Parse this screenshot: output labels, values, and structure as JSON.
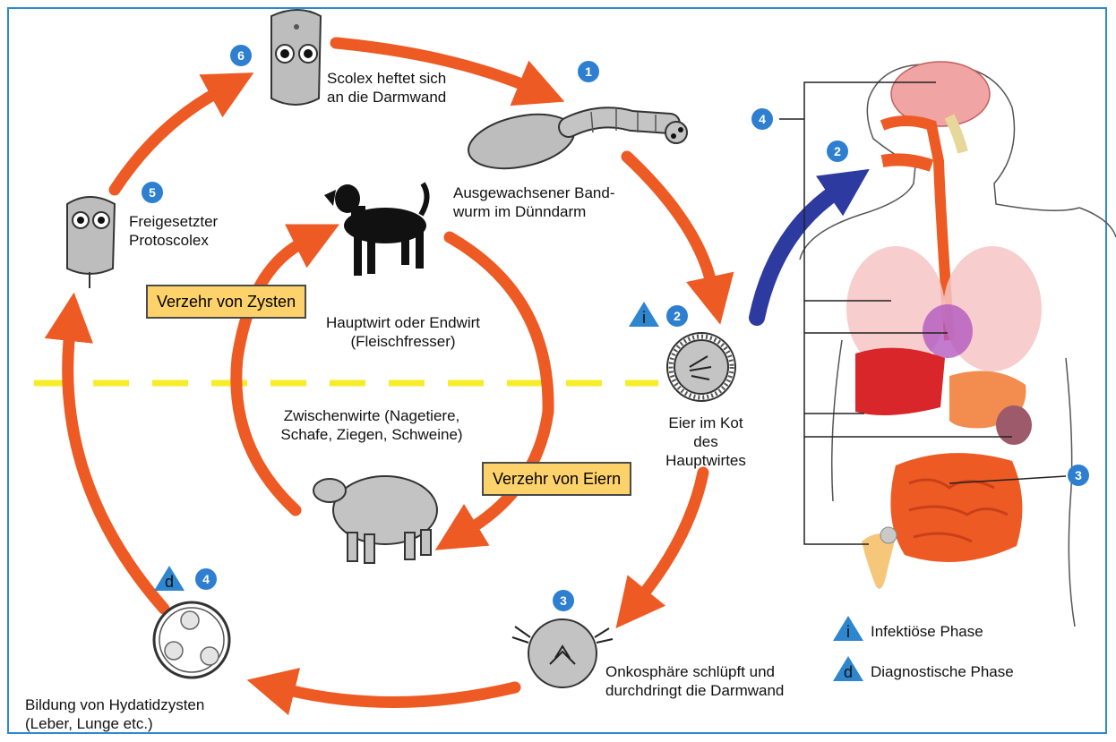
{
  "colors": {
    "arrow": "#ee5a24",
    "human_arrow": "#2d3aa0",
    "number_badge": "#2e7fd0",
    "label_box": "#fed26a",
    "divider": "#f7ec2a",
    "frame": "#2e8bd0"
  },
  "labels": {
    "scolex": "Scolex heftet sich\nan die Darmwand",
    "adult_worm": "Ausgewachsener Band-\nwurm im Dünndarm",
    "protoscolex": "Freigesetzter\nProtoscolex",
    "definitive_host": "Hauptwirt oder Endwirt\n(Fleischfresser)",
    "intermediate_hosts": "Zwischenwirte (Nagetiere,\nSchafe, Ziegen, Schweine)",
    "eggs": "Eier im Kot\ndes Hauptwirtes",
    "oncosphere": "Onkosphäre schlüpft und\ndurchdringt die Darmwand",
    "hydatid": "Bildung von Hydatidzysten\n(Leber, Lunge etc.)"
  },
  "boxes": {
    "cysts": "Verzehr von Zysten",
    "eggs": "Verzehr von Eiern"
  },
  "steps": {
    "s1": "1",
    "s2": "2",
    "s3": "3",
    "s4": "4",
    "s5": "5",
    "s6": "6"
  },
  "human_steps": {
    "h2": "2",
    "h3": "3",
    "h4": "4"
  },
  "phase_symbols": {
    "infective": "i",
    "diagnostic": "d"
  },
  "legend": {
    "infective": "Infektiöse Phase",
    "diagnostic": "Diagnostische Phase"
  }
}
